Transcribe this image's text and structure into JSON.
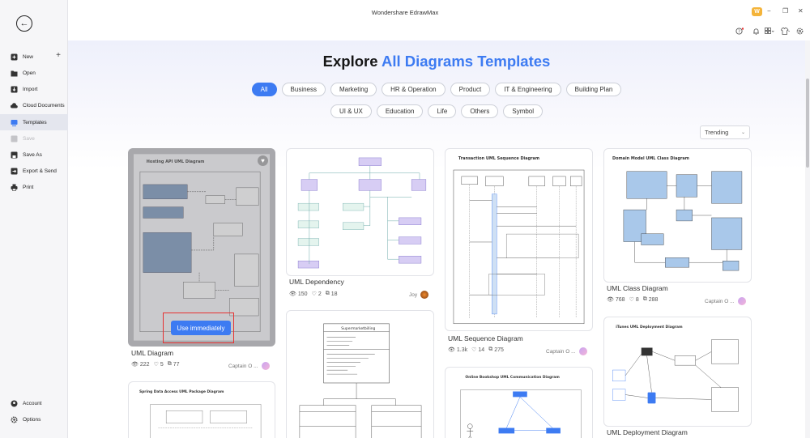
{
  "window": {
    "title": "Wondershare EdrawMax",
    "user_badge": "W",
    "controls": [
      "−",
      "❐",
      "✕"
    ]
  },
  "toolbar": {
    "icons": [
      "help-icon",
      "bell-icon",
      "apps-icon",
      "shirt-icon",
      "settings-icon"
    ]
  },
  "sidebar": {
    "items": [
      {
        "label": "New",
        "icon": "new-icon",
        "plus": "+"
      },
      {
        "label": "Open",
        "icon": "folder-icon"
      },
      {
        "label": "Import",
        "icon": "import-icon"
      },
      {
        "label": "Cloud Documents",
        "icon": "cloud-icon"
      },
      {
        "label": "Templates",
        "icon": "templates-icon",
        "active": true
      },
      {
        "label": "Save",
        "icon": "save-icon",
        "disabled": true
      },
      {
        "label": "Save As",
        "icon": "save-as-icon"
      },
      {
        "label": "Export & Send",
        "icon": "export-icon"
      },
      {
        "label": "Print",
        "icon": "print-icon"
      }
    ],
    "bottom": [
      {
        "label": "Account",
        "icon": "account-icon"
      },
      {
        "label": "Options",
        "icon": "gear-icon"
      }
    ]
  },
  "main": {
    "headline_prefix": "Explore",
    "headline_accent": "All Diagrams Templates",
    "categories_row1": [
      "All",
      "Business",
      "Marketing",
      "HR & Operation",
      "Product",
      "IT & Engineering",
      "Building Plan"
    ],
    "categories_row2": [
      "UI & UX",
      "Education",
      "Life",
      "Others",
      "Symbol"
    ],
    "active_category": "All",
    "sort": {
      "value": "Trending"
    },
    "use_button": "Use immediately",
    "cards": [
      {
        "thumb_title": "Hosting API UML Diagram",
        "title": "UML Diagram",
        "views": "222",
        "likes": "5",
        "copies": "77",
        "author": "Captain O ..."
      },
      {
        "thumb_title": "",
        "title": "UML Dependency",
        "views": "150",
        "likes": "2",
        "copies": "18",
        "author": "Joy"
      },
      {
        "thumb_title": "Transaction UML Sequence Diagram",
        "title": "UML Sequence Diagram",
        "views": "1.3k",
        "likes": "14",
        "copies": "275",
        "author": "Captain O ..."
      },
      {
        "thumb_title": "Domain Model UML Class Diagram",
        "title": "UML Class Diagram",
        "views": "768",
        "likes": "8",
        "copies": "288",
        "author": "Captain O ..."
      },
      {
        "thumb_title": "Spring Data Access UML Package Diagram",
        "title": "",
        "views": "",
        "likes": "",
        "copies": "",
        "author": ""
      },
      {
        "thumb_title": "Supermarketbilling",
        "title": "",
        "views": "",
        "likes": "",
        "copies": "",
        "author": ""
      },
      {
        "thumb_title": "Online Bookshop UML Communication Diagram",
        "title": "",
        "views": "",
        "likes": "",
        "copies": "",
        "author": ""
      },
      {
        "thumb_title": "iTunes UML Deployment Diagram",
        "title": "UML Deployment Diagram",
        "views": "",
        "likes": "",
        "copies": "",
        "author": ""
      }
    ]
  },
  "colors": {
    "accent": "#3d7bf2",
    "highlight": "#e63232",
    "sidebar_bg": "#f6f6f8"
  }
}
